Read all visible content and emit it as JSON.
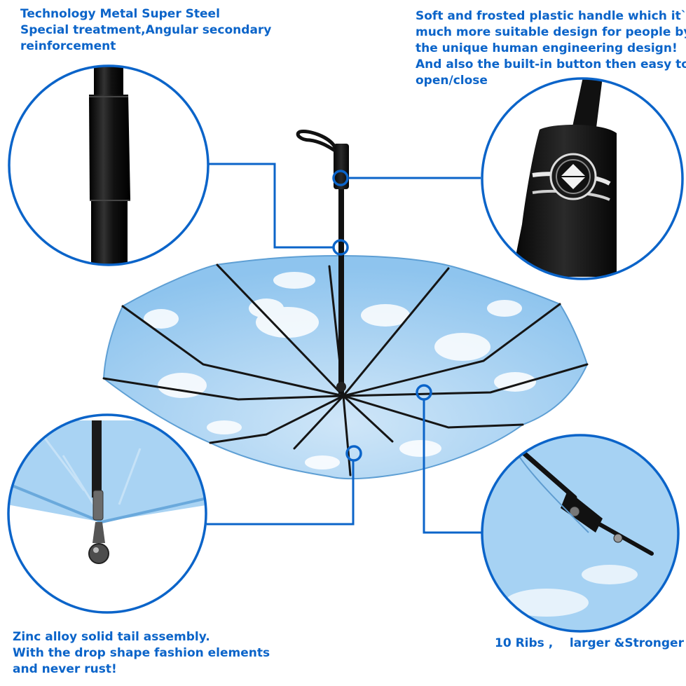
{
  "captions": {
    "top_left": [
      "Technology Metal Super Steel",
      "Special treatment,Angular secondary",
      "reinforcement"
    ],
    "top_right": [
      "Soft and frosted plastic handle which it`s",
      "much more suitable design for people by",
      "the unique human engineering design!",
      "And also the built-in button then easy to",
      "open/close"
    ],
    "bottom_left": [
      "Zinc alloy solid tail assembly.",
      "With the drop shape fashion elements",
      "and never rust!"
    ],
    "bottom_right": "10 Ribs ,    larger &Stronger"
  },
  "colors": {
    "accent": "#0b64c9",
    "canopy": "#9ecdf0",
    "rib": "#151515"
  }
}
